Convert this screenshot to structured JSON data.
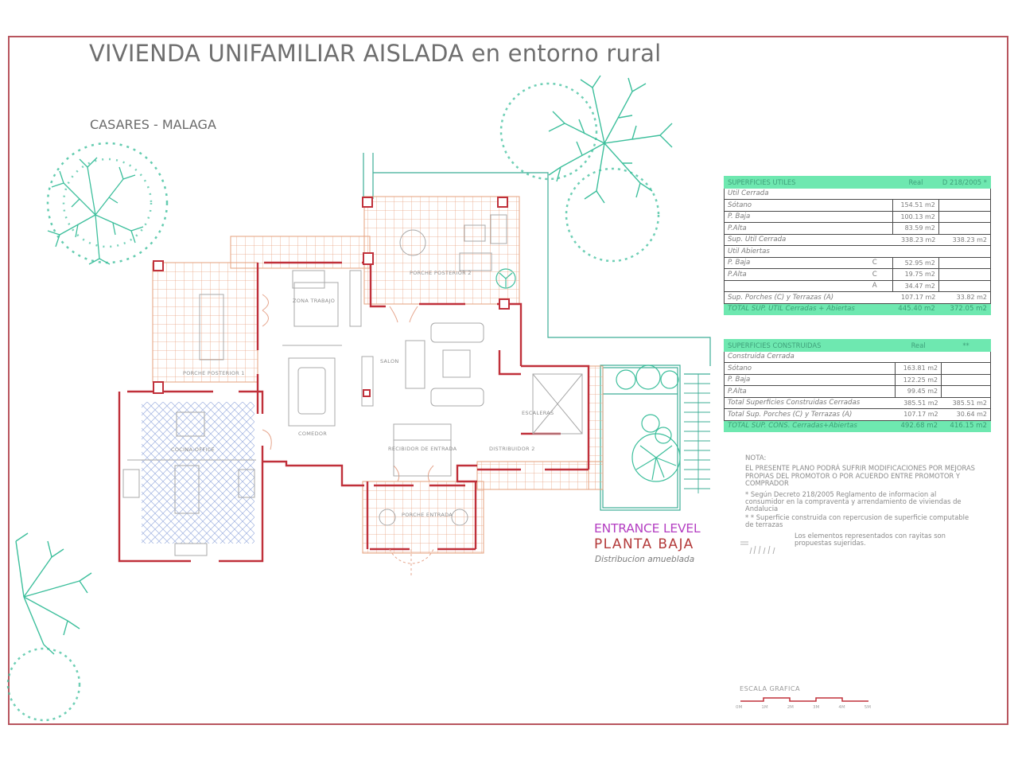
{
  "sheet": {
    "title": "VIVIENDA UNIFAMILIAR AISLADA en entorno rural",
    "location": "CASARES - MALAGA",
    "frame_color": "#b8555e"
  },
  "plan": {
    "level_en": "ENTRANCE LEVEL",
    "level_es": "PLANTA BAJA",
    "subtitle": "Distribucion amueblada",
    "rooms": [
      {
        "id": "porche-posterior-1",
        "label": "PORCHE POSTERIOR 1"
      },
      {
        "id": "zona-trabajo",
        "label": "ZONA TRABAJO"
      },
      {
        "id": "porche-posterior-2",
        "label": "PORCHE POSTERIOR 2"
      },
      {
        "id": "salon",
        "label": "SALON"
      },
      {
        "id": "comedor",
        "label": "COMEDOR"
      },
      {
        "id": "cocina-office",
        "label": "COCINA-OFFICE"
      },
      {
        "id": "escaleras",
        "label": "ESCALERAS"
      },
      {
        "id": "recibidor",
        "label": "RECIBIDOR DE ENTRADA"
      },
      {
        "id": "distribuidor",
        "label": "DISTRIBUIDOR 2"
      },
      {
        "id": "porche-entrada",
        "label": "PORCHE ENTRADA"
      }
    ],
    "colors": {
      "walls": "#c0303a",
      "terrace_grid": "#e8a07a",
      "kitchen_tile": "#8fa3d6",
      "furniture": "#a8a8a8",
      "vegetation": "#3dbf9c"
    }
  },
  "superficies_utiles": {
    "header": {
      "label": "SUPERFICIES UTILES",
      "col1": "Real",
      "col2": "D 218/2005 *"
    },
    "cerrada_label": "Util Cerrada",
    "cerrada_rows": [
      {
        "label": "Sótano",
        "real": "154.51 m2"
      },
      {
        "label": "P. Baja",
        "real": "100.13 m2"
      },
      {
        "label": "P.Alta",
        "real": "83.59 m2"
      }
    ],
    "sup_cerrada": {
      "label": "Sup. Util Cerrada",
      "real": "338.23 m2",
      "decreto": "338.23 m2"
    },
    "abiertas_label": "Util Abiertas",
    "abiertas_rows": [
      {
        "label": "P. Baja",
        "type": "C",
        "real": "52.95 m2"
      },
      {
        "label": "P.Alta",
        "type": "C",
        "real": "19.75 m2"
      },
      {
        "label": "",
        "type": "A",
        "real": "34.47 m2"
      }
    ],
    "sup_porches": {
      "label": "Sup. Porches (C) y Terrazas (A)",
      "real": "107.17 m2",
      "decreto": "33.82 m2"
    },
    "total": {
      "label": "TOTAL SUP. UTIL Cerradas + Abiertas",
      "real": "445.40 m2",
      "decreto": "372.05 m2"
    }
  },
  "superficies_construidas": {
    "header": {
      "label": "SUPERFICIES CONSTRUIDAS",
      "col1": "Real",
      "col2": "**"
    },
    "cerrada_label": "Construida Cerrada",
    "rows": [
      {
        "label": "Sótano",
        "real": "163.81 m2"
      },
      {
        "label": "P. Baja",
        "real": "122.25 m2"
      },
      {
        "label": "P.Alta",
        "real": "99.45 m2"
      }
    ],
    "total_cerradas": {
      "label": "Total Superficies Construidas Cerradas",
      "real": "385.51 m2",
      "ajustado": "385.51 m2"
    },
    "total_porches": {
      "label": "Total Sup. Porches (C) y Terrazas (A)",
      "real": "107.17 m2",
      "ajustado": "30.64 m2"
    },
    "total": {
      "label": "TOTAL SUP. CONS. Cerradas+Abiertas",
      "real": "492.68 m2",
      "ajustado": "416.15 m2"
    }
  },
  "nota": {
    "heading": "NOTA:",
    "disclaimer": "EL PRESENTE PLANO PODRÁ SUFRIR MODIFICACIONES POR MEJORAS PROPIAS DEL PROMOTOR O POR ACUERDO ENTRE PROMOTOR Y COMPRADOR",
    "footnote1": "* Según Decreto 218/2005 Reglamento de informacion al consumidor en la compraventa y arrendamiento de viviendas de Andalucia",
    "footnote2": "* * Superficie construida con repercusion de superficie computable de terrazas",
    "legend": "Los elementos representados con rayitas son propuestas sujeridas."
  },
  "scale": {
    "title": "ESCALA GRAFICA",
    "ticks": [
      "0M",
      "1M",
      "2M",
      "3M",
      "4M",
      "5M"
    ]
  }
}
